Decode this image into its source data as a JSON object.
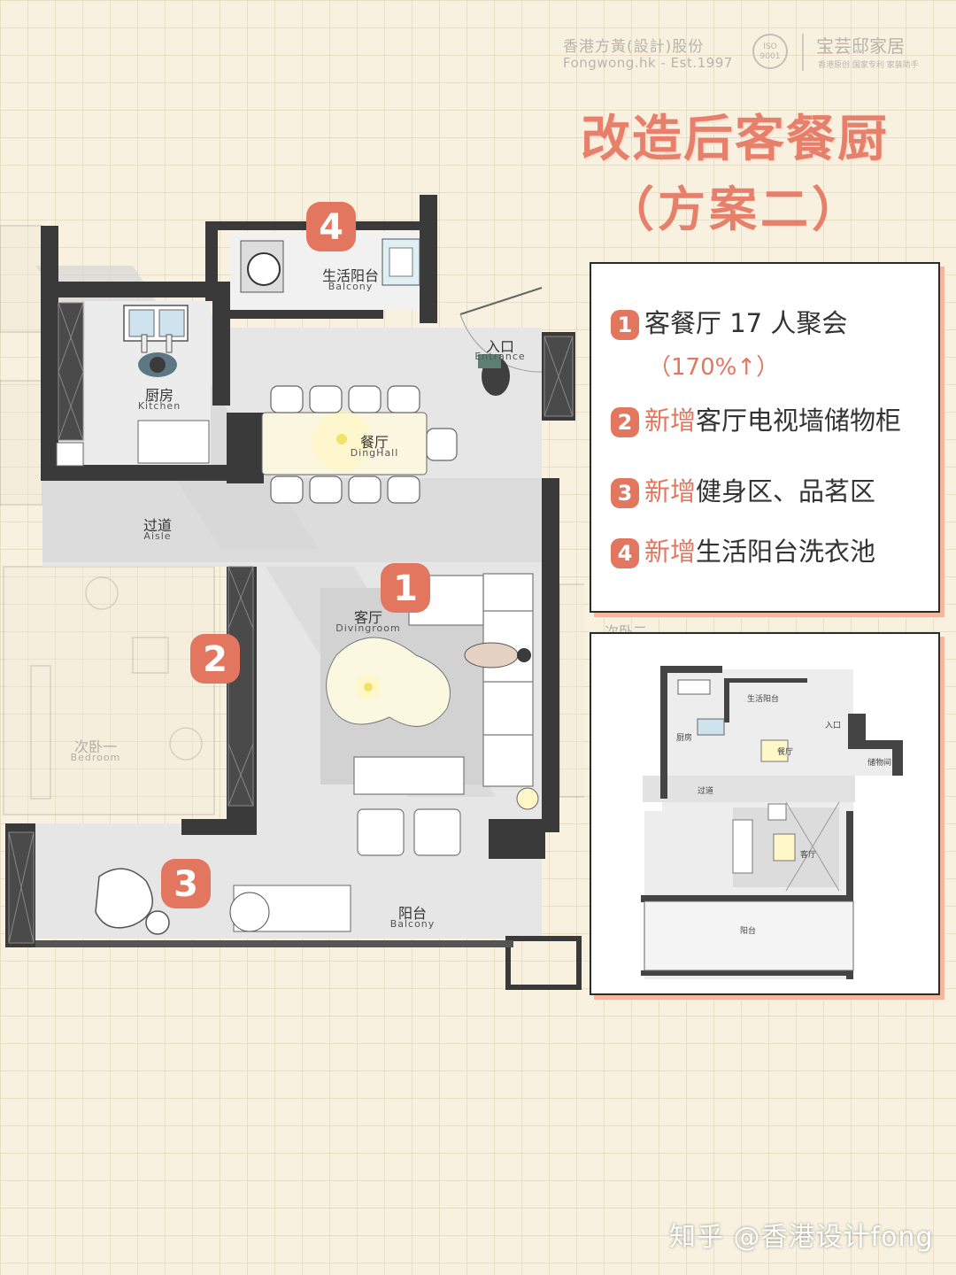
{
  "brand": {
    "name_line1": "香港方黃(設計)股份",
    "name_line2": "Fongwong.hk - Est.1997",
    "iso_text": "ISO 9001",
    "brand2_name": "宝芸邸家居",
    "brand2_tagline": "香港原创 国家专利 家装助手"
  },
  "title": "改造后客餐厨",
  "subtitle": "（方案二）",
  "highlights": [
    {
      "num": "1",
      "prefix": "",
      "text": "客餐厅 17 人聚会",
      "extra": "（170%↑）"
    },
    {
      "num": "2",
      "prefix": "新增",
      "text": "客厅电视墙储物柜"
    },
    {
      "num": "3",
      "prefix": "新增",
      "text": "健身区、品茗区"
    },
    {
      "num": "4",
      "prefix": "新增",
      "text": "生活阳台洗衣池"
    }
  ],
  "plan": {
    "rooms": {
      "balcony_top": {
        "zh": "生活阳台",
        "en": "Balcony"
      },
      "kitchen": {
        "zh": "厨房",
        "en": "Kitchen"
      },
      "dining": {
        "zh": "餐厅",
        "en": "DingHall"
      },
      "entrance": {
        "zh": "入口",
        "en": "Entrance"
      },
      "aisle": {
        "zh": "过道",
        "en": "Aisle"
      },
      "living": {
        "zh": "客厅",
        "en": "Divingroom"
      },
      "bedroom": {
        "zh": "次卧一",
        "en": "Bedroom"
      },
      "bedroom2": {
        "zh": "次卧二"
      },
      "balcony_bottom": {
        "zh": "阳台",
        "en": "Balcony"
      }
    },
    "markers": [
      "4",
      "1",
      "2",
      "3"
    ]
  },
  "mini_plan": {
    "labels": {
      "balcony_top": "生活阳台",
      "kitchen": "厨房",
      "dining": "餐厅",
      "entrance": "入口",
      "storage": "储物间",
      "aisle": "过道",
      "living": "客厅",
      "balcony_bottom": "阳台"
    }
  },
  "watermark": "知乎 @香港设计fong",
  "colors": {
    "accent": "#e2765f",
    "wall": "#3a3a3a",
    "floor": "#e4e4e4",
    "background": "#f8f1df"
  }
}
